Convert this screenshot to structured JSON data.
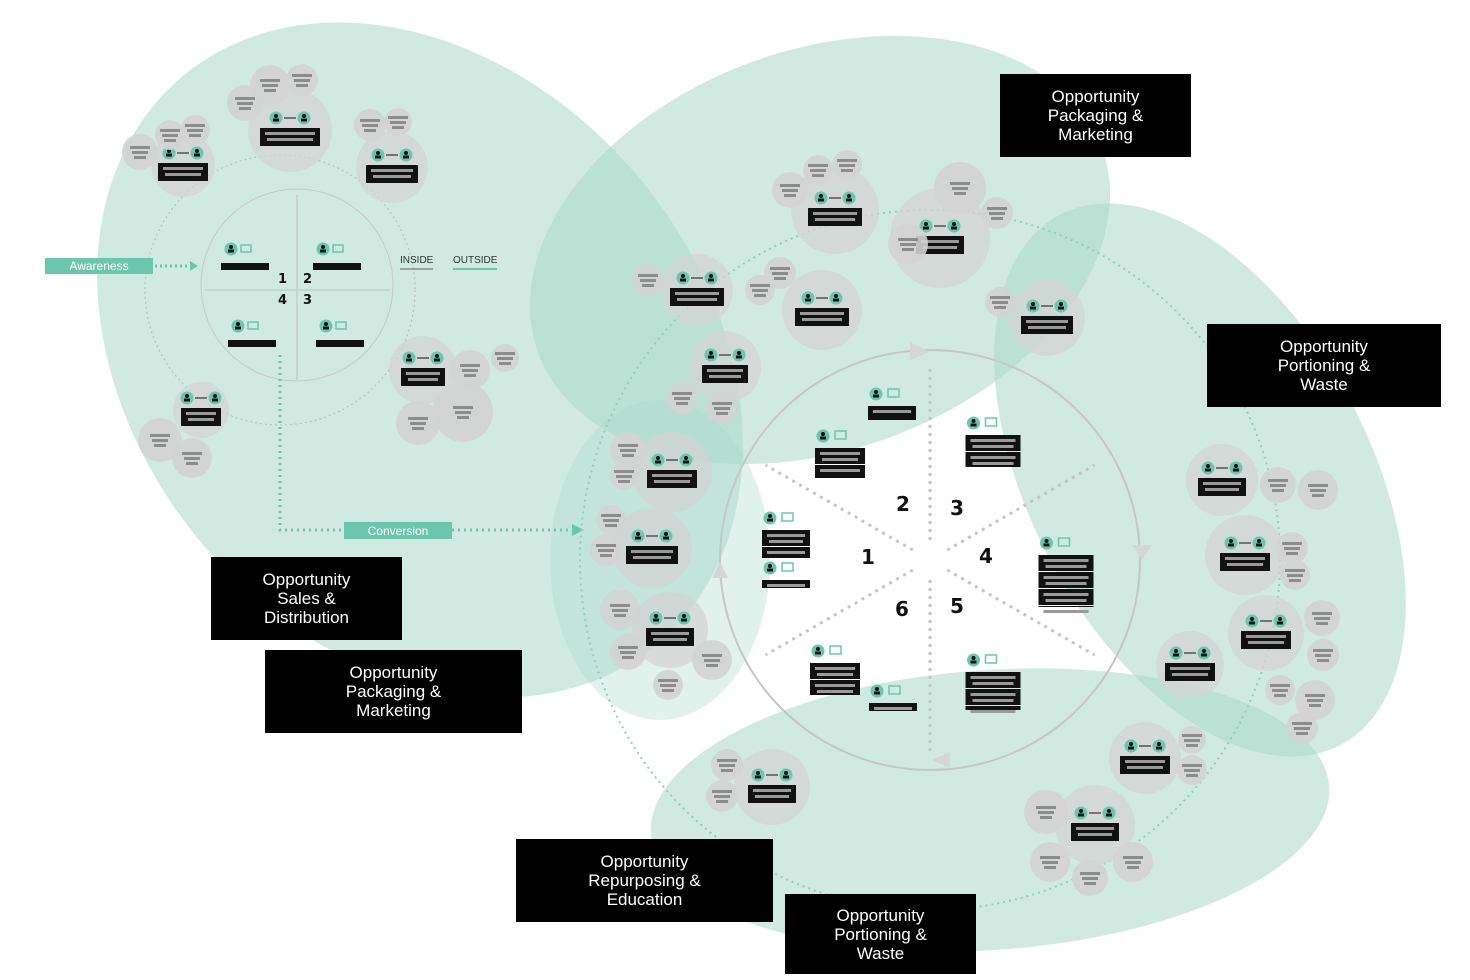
{
  "funnel": {
    "awareness_label": "Awareness",
    "conversion_label": "Conversion",
    "inside_label": "INSIDE",
    "outside_label": "OUTSIDE",
    "quadrant_numbers": [
      "1",
      "2",
      "3",
      "4"
    ]
  },
  "wheel": {
    "sector_numbers": [
      "1",
      "2",
      "3",
      "4",
      "5",
      "6"
    ]
  },
  "opportunity_boxes": [
    {
      "text": "Opportunity\nPackaging &\nMarketing"
    },
    {
      "text": "Opportunity\nPortioning &\nWaste"
    },
    {
      "text": "Opportunity\nSales &\nDistribution"
    },
    {
      "text": "Opportunity\nPackaging &\nMarketing"
    },
    {
      "text": "Opportunity\nRepurposing &\nEducation"
    },
    {
      "text": "Opportunity\nPortioning &\nWaste"
    }
  ],
  "colors": {
    "accent": "#6cc6ad",
    "blob": "#a9d9cb",
    "node_gray": "#d3d3d3",
    "box_bg": "#000000",
    "dotted": "#bdbdbd"
  }
}
